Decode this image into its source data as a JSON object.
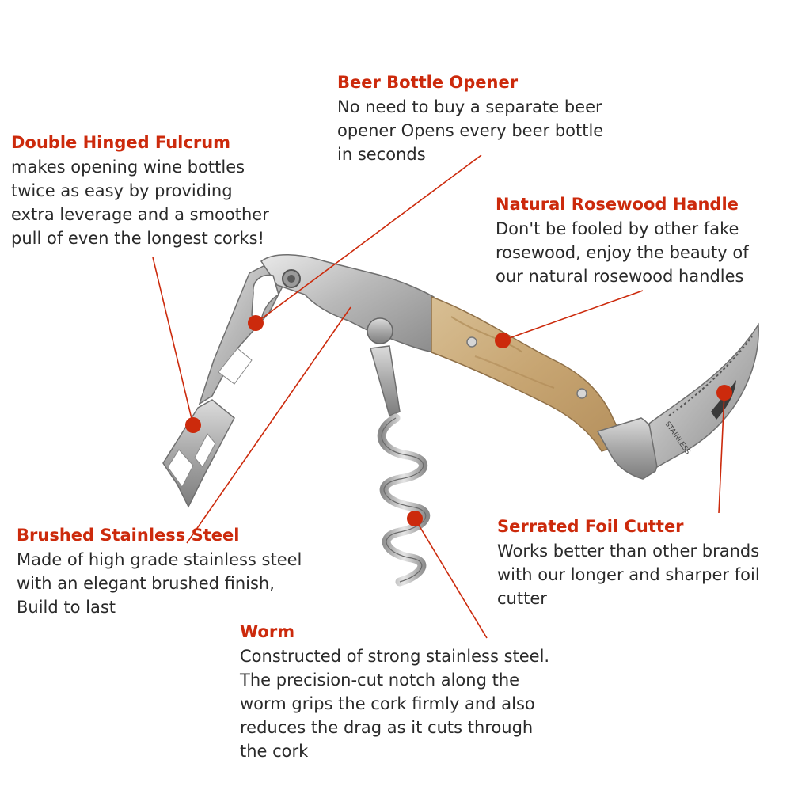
{
  "accent_color": "#cc2a0c",
  "callouts": {
    "beer_opener": {
      "title": "Beer Bottle Opener",
      "lines": [
        "No need to buy a separate beer",
        "opener Opens every beer bottle",
        "in seconds"
      ]
    },
    "fulcrum": {
      "title": "Double Hinged Fulcrum",
      "lines": [
        "makes opening wine bottles",
        "twice as easy by providing",
        "extra leverage and a smoother",
        "pull of even the longest corks!"
      ]
    },
    "rosewood": {
      "title": "Natural Rosewood Handle",
      "lines": [
        "Don't be fooled by other fake",
        "rosewood, enjoy the beauty of",
        "our natural rosewood handles"
      ]
    },
    "steel": {
      "title": "Brushed Stainless Steel",
      "lines": [
        "Made of high grade stainless steel",
        "with an elegant brushed finish,",
        "Build to last"
      ]
    },
    "cutter": {
      "title": "Serrated Foil Cutter",
      "lines": [
        "Works better than other brands",
        "with our longer and sharper foil",
        "cutter"
      ]
    },
    "worm": {
      "title": "Worm",
      "lines": [
        "Constructed of strong stainless steel.",
        "The precision-cut notch along the",
        "worm grips the cork firmly and also",
        "reduces the drag as it cuts through",
        "the cork"
      ]
    }
  },
  "blade_engraving": "STAINLESS"
}
